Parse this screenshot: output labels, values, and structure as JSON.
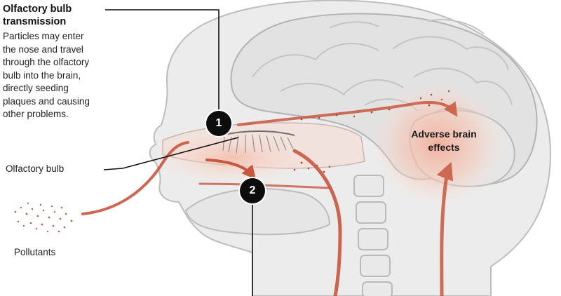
{
  "callout": {
    "title_lines": [
      "Olfactory bulb",
      "transmission"
    ],
    "body_lines": [
      "Particles may enter",
      "the nose and travel",
      "through the olfactory",
      "bulb into the brain,",
      "directly seeding",
      "plaques and causing",
      "other problems."
    ]
  },
  "labels": {
    "olfactory_bulb": "Olfactory bulb",
    "pollutants": "Pollutants",
    "brain_effects_lines": [
      "Adverse brain",
      "effects"
    ]
  },
  "markers": {
    "one": "1",
    "two": "2"
  },
  "colors": {
    "pathway": "#c8573f",
    "glow": "#f4b7a2",
    "anatomy_fill": "#e9e9e9",
    "anatomy_line": "#b9b9b9",
    "marker_fill": "#0d0d0d"
  }
}
